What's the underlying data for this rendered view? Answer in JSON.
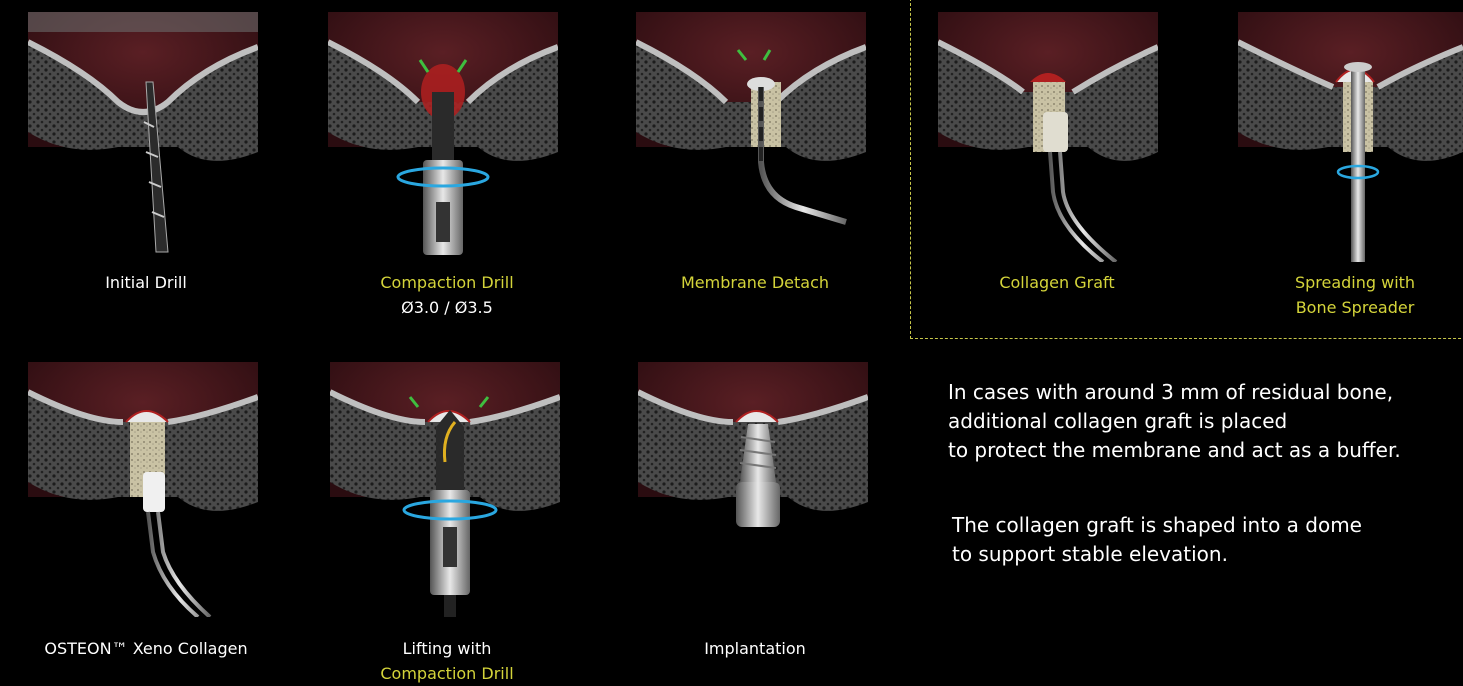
{
  "steps": [
    {
      "id": "initial-drill",
      "lines": [
        {
          "text": "Initial Drill",
          "color": "#ffffff"
        }
      ],
      "tool": "drill-icon"
    },
    {
      "id": "compaction-drill",
      "lines": [
        {
          "text": "Compaction Drill",
          "color": "#d4d43a"
        },
        {
          "text": "Ø3.0 / Ø3.5",
          "color": "#ffffff"
        }
      ],
      "tool": "compaction-drill-icon"
    },
    {
      "id": "membrane-detach",
      "lines": [
        {
          "text": "Membrane Detach",
          "color": "#d4d43a"
        }
      ],
      "tool": "membrane-detacher-icon"
    },
    {
      "id": "collagen-graft",
      "lines": [
        {
          "text": "Collagen Graft",
          "color": "#d4d43a"
        }
      ],
      "tool": "forceps-icon"
    },
    {
      "id": "bone-spreader",
      "lines": [
        {
          "text": "Spreading with",
          "color": "#d4d43a"
        },
        {
          "text": "Bone Spreader",
          "color": "#d4d43a"
        }
      ],
      "tool": "bone-spreader-icon"
    },
    {
      "id": "xeno-collagen",
      "lines": [
        {
          "text": "OSTEON™ Xeno Collagen",
          "color": "#ffffff"
        }
      ],
      "tool": "forceps-icon"
    },
    {
      "id": "lifting",
      "lines": [
        {
          "text": "Lifting with",
          "color": "#ffffff"
        },
        {
          "text": "Compaction Drill",
          "color": "#d4d43a"
        }
      ],
      "tool": "compaction-drill-icon"
    },
    {
      "id": "implantation",
      "lines": [
        {
          "text": "Implantation",
          "color": "#ffffff"
        }
      ],
      "tool": "implant-icon"
    }
  ],
  "notes": {
    "p1": [
      "In cases with around 3 mm of residual bone,",
      "additional collagen graft is placed",
      "to protect the membrane and act as a buffer."
    ],
    "p2": [
      "The collagen graft is shaped into a dome",
      "to support stable elevation."
    ]
  }
}
